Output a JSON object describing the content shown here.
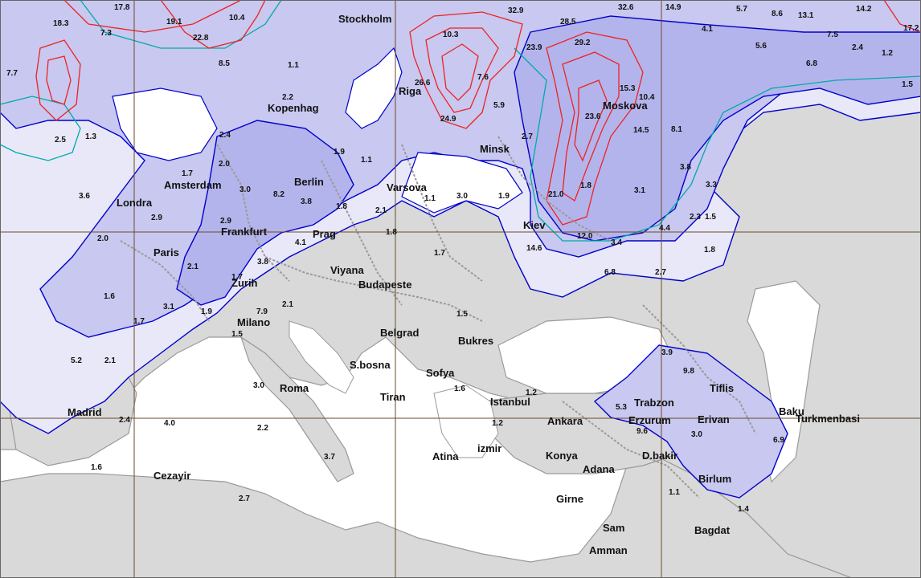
{
  "colors": {
    "land": "#d9d9d9",
    "sea": "#ffffff",
    "shade_light": "#e8e8f8",
    "shade_mid": "#c8c8f0",
    "shade_dark": "#b4b4ec",
    "contour_low": "#0000cc",
    "contour_mid": "#00aaaa",
    "contour_high": "#ee2222",
    "grid": "#6b4a2a",
    "border": "#9a9a9a"
  },
  "cities": [
    {
      "id": "stockholm",
      "name": "Stockholm"
    },
    {
      "id": "riga",
      "name": "Riga"
    },
    {
      "id": "moskova",
      "name": "Moskova"
    },
    {
      "id": "kopenhag",
      "name": "Kopenhag"
    },
    {
      "id": "minsk",
      "name": "Minsk"
    },
    {
      "id": "amsterdam",
      "name": "Amsterdam"
    },
    {
      "id": "berlin",
      "name": "Berlin"
    },
    {
      "id": "varsova",
      "name": "Varsova"
    },
    {
      "id": "londra",
      "name": "Londra"
    },
    {
      "id": "frankfurt",
      "name": "Frankfurt"
    },
    {
      "id": "prag",
      "name": "Prag"
    },
    {
      "id": "kiev",
      "name": "Kiev"
    },
    {
      "id": "paris",
      "name": "Paris"
    },
    {
      "id": "viyana",
      "name": "Viyana"
    },
    {
      "id": "budapeste",
      "name": "Budapeste"
    },
    {
      "id": "zurih",
      "name": "Zurih"
    },
    {
      "id": "milano",
      "name": "Milano"
    },
    {
      "id": "belgrad",
      "name": "Belgrad"
    },
    {
      "id": "bukres",
      "name": "Bukres"
    },
    {
      "id": "sbosna",
      "name": "S.bosna"
    },
    {
      "id": "sofya",
      "name": "Sofya"
    },
    {
      "id": "roma",
      "name": "Roma"
    },
    {
      "id": "tiran",
      "name": "Tiran"
    },
    {
      "id": "istanbul",
      "name": "Istanbul"
    },
    {
      "id": "trabzon",
      "name": "Trabzon"
    },
    {
      "id": "tiflis",
      "name": "Tiflis"
    },
    {
      "id": "baku",
      "name": "Baku"
    },
    {
      "id": "madrid",
      "name": "Madrid"
    },
    {
      "id": "ankara",
      "name": "Ankara"
    },
    {
      "id": "erzurum",
      "name": "Erzurum"
    },
    {
      "id": "erivan",
      "name": "Erivan"
    },
    {
      "id": "turkmenbasi",
      "name": "Turkmenbasi"
    },
    {
      "id": "atina",
      "name": "Atina"
    },
    {
      "id": "izmir",
      "name": "izmir"
    },
    {
      "id": "konya",
      "name": "Konya"
    },
    {
      "id": "adana",
      "name": "Adana"
    },
    {
      "id": "dbakir",
      "name": "D.bakir"
    },
    {
      "id": "cezayir",
      "name": "Cezayir"
    },
    {
      "id": "birlum",
      "name": "Birlum"
    },
    {
      "id": "girne",
      "name": "Girne"
    },
    {
      "id": "sam",
      "name": "Sam"
    },
    {
      "id": "bagdat",
      "name": "Bagdat"
    },
    {
      "id": "amman",
      "name": "Amman"
    }
  ],
  "values": [
    "17.8",
    "18.3",
    "19.1",
    "10.4",
    "7.3",
    "22.8",
    "32.9",
    "28.5",
    "32.6",
    "14.9",
    "5.7",
    "8.6",
    "13.1",
    "14.2",
    "17.2",
    "10.3",
    "23.9",
    "29.2",
    "4.1",
    "5.6",
    "7.5",
    "2.4",
    "1.2",
    "6.8",
    "7.7",
    "8.5",
    "1.1",
    "26.6",
    "7.6",
    "15.3",
    "10.4",
    "2.2",
    "24.9",
    "5.9",
    "23.6",
    "14.5",
    "8.1",
    "1.5",
    "2.5",
    "1.3",
    "2.4",
    "2.7",
    "1.9",
    "1.1",
    "2.0",
    "3.8",
    "1.7",
    "3.0",
    "8.2",
    "3.8",
    "1.1",
    "3.0",
    "1.9",
    "21.0",
    "1.8",
    "3.1",
    "3.3",
    "3.6",
    "2.9",
    "1.8",
    "2.1",
    "2.3",
    "1.5",
    "2.9",
    "4.1",
    "1.8",
    "4.4",
    "2.0",
    "12.0",
    "3.4",
    "14.6",
    "1.7",
    "1.8",
    "2.1",
    "3.8",
    "6.8",
    "2.7",
    "1.7",
    "1.6",
    "3.1",
    "1.9",
    "7.9",
    "2.1",
    "1.7",
    "1.5",
    "1.5",
    "3.9",
    "5.2",
    "2.1",
    "9.8",
    "3.0",
    "1.6",
    "1.2",
    "5.3",
    "2.4",
    "4.0",
    "2.2",
    "9.6",
    "3.0",
    "6.9",
    "1.6",
    "2.7",
    "1.1",
    "1.4",
    "3.7",
    "1.2"
  ]
}
